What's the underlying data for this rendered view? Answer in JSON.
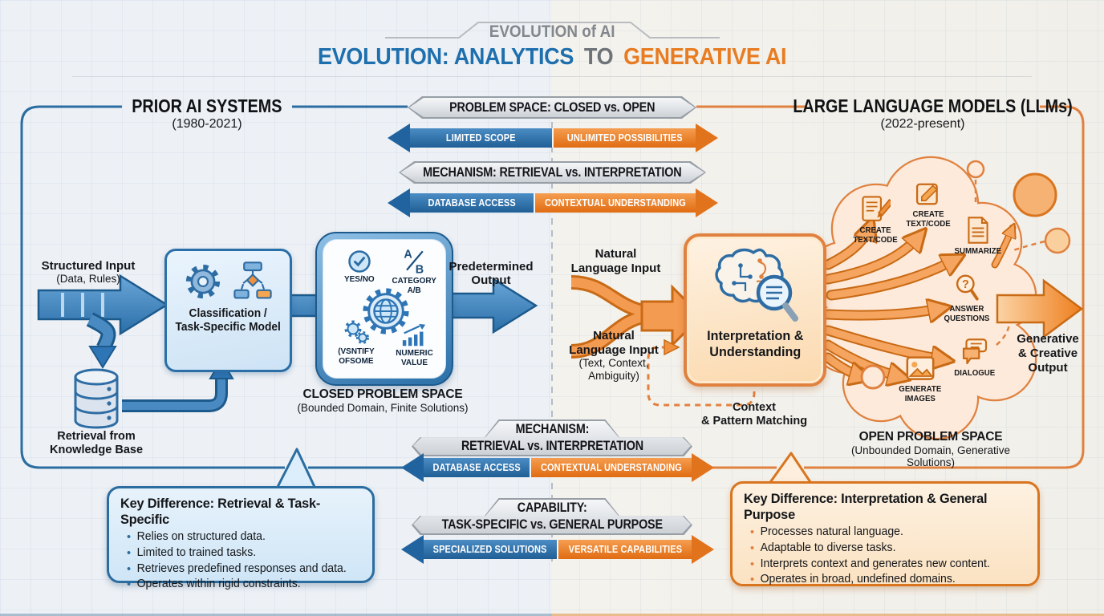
{
  "colors": {
    "blue": "#1e6fad",
    "blue_dark": "#1d5a8c",
    "orange": "#e87c22",
    "orange_dark": "#c96a15",
    "gray_text": "#6d7378",
    "banner_fill": "#dfe2e6"
  },
  "header": {
    "tab": "EVOLUTION of AI",
    "title1": "EVOLUTION: ANALYTICS",
    "title2": "TO",
    "title3": "GENERATIVE AI"
  },
  "left": {
    "title": "PRIOR AI SYSTEMS",
    "period": "(1980-2021)",
    "input_label": "Structured Input",
    "input_sub": "(Data, Rules)",
    "model_label": "Classification /\nTask-Specific Model",
    "closed_box": {
      "yes_no": "YES/NO",
      "ab_a": "A",
      "ab_b": "B",
      "category": "CATEGORY\nA/B",
      "identify": "(VSNTIFY\nOFSOME",
      "numeric": "NUMERIC\nVALUE"
    },
    "output_label": "Predetermined\nOutput",
    "closed_title": "CLOSED PROBLEM SPACE",
    "closed_sub": "(Bounded Domain, Finite Solutions)",
    "retrieval_label": "Retrieval from\nKnowledge Base"
  },
  "right": {
    "title": "LARGE LANGUAGE MODELS (LLMs)",
    "period": "(2022-present)",
    "input_top": "Natural\nLanguage Input",
    "input_bottom": "Natural\nLanguage Input",
    "input_bottom_sub": "(Text, Context,\nAmbiguity)",
    "box_label": "Interpretation &\nUnderstanding",
    "context_label": "Context\n& Pattern Matching",
    "cloud": {
      "create1": "CREATE\nTEXT/CODE",
      "create2": "CREATE\nTEXT/CODE",
      "summarize": "SUMMARIZE",
      "answer": "ANSWER\nQUESTIONS",
      "q_mark": "?",
      "dialogue": "DIALOGUE",
      "generate": "GENERATE\nIMAGES"
    },
    "output_label": "Generative\n& Creative\nOutput",
    "open_title": "OPEN PROBLEM SPACE",
    "open_sub": "(Unbounded Domain, Generative Solutions)"
  },
  "banners": [
    {
      "title": "PROBLEM SPACE: CLOSED vs. OPEN",
      "left": "LIMITED SCOPE",
      "right": "UNLIMITED POSSIBILITIES"
    },
    {
      "title": "MECHANISM: RETRIEVAL vs. INTERPRETATION",
      "left": "DATABASE ACCESS",
      "right": "CONTEXTUAL UNDERSTANDING"
    },
    {
      "title": "MECHANISM:\nRETRIEVAL vs. INTERPRETATION",
      "left": "DATABASE ACCESS",
      "right": "CONTEXTUAL UNDERSTANDING"
    },
    {
      "title": "CAPABILITY:\nTASK-SPECIFIC vs. GENERAL PURPOSE",
      "left": "SPECIALIZED SOLUTIONS",
      "right": "VERSATILE CAPABILITIES"
    }
  ],
  "callouts": {
    "left": {
      "title": "Key Difference: Retrieval & Task-Specific",
      "bullets": [
        "Relies on structured data.",
        "Limited to trained tasks.",
        "Retrieves predefined responses and data.",
        "Operates within rigid constraints."
      ]
    },
    "right": {
      "title": "Key Difference: Interpretation & General Purpose",
      "bullets": [
        "Processes natural language.",
        "Adaptable to diverse tasks.",
        "Interprets context and generates new content.",
        "Operates in broad, undefined domains."
      ]
    }
  }
}
